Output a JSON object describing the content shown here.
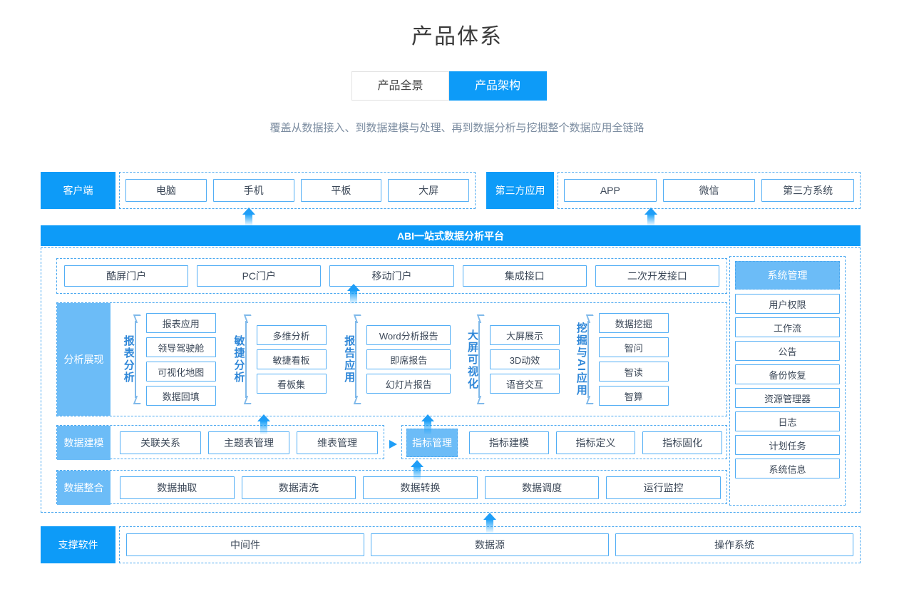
{
  "header": {
    "title": "产品体系",
    "tabs": [
      {
        "label": "产品全景",
        "active": false
      },
      {
        "label": "产品架构",
        "active": true
      }
    ],
    "subtitle": "覆盖从数据接入、到数据建模与处理、再到数据分析与挖掘整个数据应用全链路"
  },
  "colors": {
    "primary": "#0d9bf8",
    "light": "#6cbcf7",
    "border": "#52aef5",
    "dashed": "#4aa8f0",
    "vlabel": "#2f87d8",
    "subtitle": "#7b8ca0"
  },
  "clients": {
    "label": "客户端",
    "items": [
      "电脑",
      "手机",
      "平板",
      "大屏"
    ]
  },
  "third_party": {
    "label": "第三方应用",
    "items": [
      "APP",
      "微信",
      "第三方系统"
    ]
  },
  "platform": {
    "banner": "ABI一站式数据分析平台",
    "portals": [
      "酷屏门户",
      "PC门户",
      "移动门户",
      "集成接口",
      "二次开发接口"
    ],
    "analysis": {
      "label": "分析展现",
      "groups": [
        {
          "name": "报表分析",
          "items": [
            "报表应用",
            "领导驾驶舱",
            "可视化地图",
            "数据回填"
          ]
        },
        {
          "name": "敏捷分析",
          "items": [
            "多维分析",
            "敏捷看板",
            "看板集"
          ]
        },
        {
          "name": "报告应用",
          "items": [
            "Word分析报告",
            "即席报告",
            "幻灯片报告"
          ]
        },
        {
          "name": "大屏可视化",
          "items": [
            "大屏展示",
            "3D动效",
            "语音交互"
          ]
        },
        {
          "name": "挖掘与AI应用",
          "items": [
            "数据挖掘",
            "智问",
            "智读",
            "智算"
          ]
        }
      ]
    },
    "modeling": {
      "label": "数据建模",
      "items": [
        "关联关系",
        "主题表管理",
        "维表管理"
      ]
    },
    "metrics": {
      "label": "指标管理",
      "items": [
        "指标建模",
        "指标定义",
        "指标固化"
      ]
    },
    "integration": {
      "label": "数据整合",
      "items": [
        "数据抽取",
        "数据清洗",
        "数据转换",
        "数据调度",
        "运行监控"
      ]
    }
  },
  "system_management": {
    "label": "系统管理",
    "items": [
      "用户权限",
      "工作流",
      "公告",
      "备份恢复",
      "资源管理器",
      "日志",
      "计划任务",
      "系统信息"
    ]
  },
  "support": {
    "label": "支撑软件",
    "items": [
      "中间件",
      "数据源",
      "操作系统"
    ]
  }
}
